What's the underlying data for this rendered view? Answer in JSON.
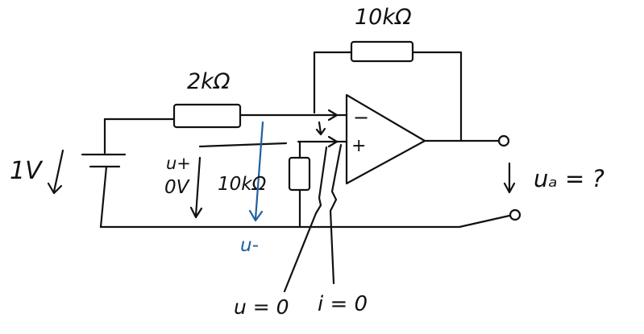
{
  "labels": {
    "r_feedback": "10kΩ",
    "r_input": "2kΩ",
    "r_ground": "10kΩ",
    "source_voltage": "1V",
    "u_plus": "u+",
    "zero_volt": "0V",
    "u_minus": "u-",
    "output_question": "uₐ = ?",
    "minus_sign": "−",
    "plus_sign": "+",
    "u_zero": "u = 0",
    "i_zero": "i = 0"
  },
  "colors": {
    "ink": "#111111",
    "blue_ink": "#1f5f9e",
    "background": "#ffffff"
  }
}
